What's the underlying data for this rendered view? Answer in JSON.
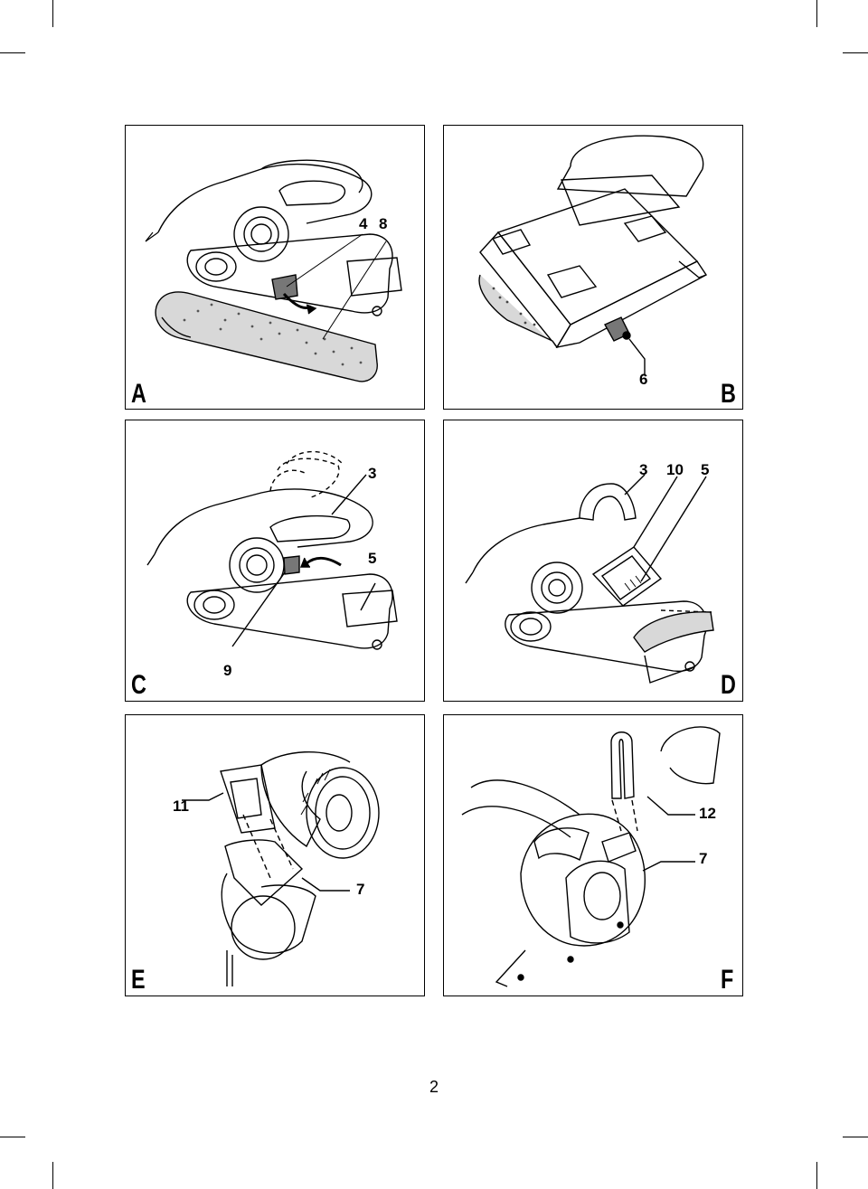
{
  "page": {
    "number": "2"
  },
  "panels": {
    "A": {
      "letter": "A",
      "callouts": [
        "4",
        "8"
      ]
    },
    "B": {
      "letter": "B",
      "callouts": [
        "6"
      ]
    },
    "C": {
      "letter": "C",
      "callouts": [
        "3",
        "5",
        "9"
      ]
    },
    "D": {
      "letter": "D",
      "callouts": [
        "3",
        "10",
        "5"
      ]
    },
    "E": {
      "letter": "E",
      "callouts": [
        "11",
        "7"
      ]
    },
    "F": {
      "letter": "F",
      "callouts": [
        "12",
        "7"
      ]
    }
  }
}
